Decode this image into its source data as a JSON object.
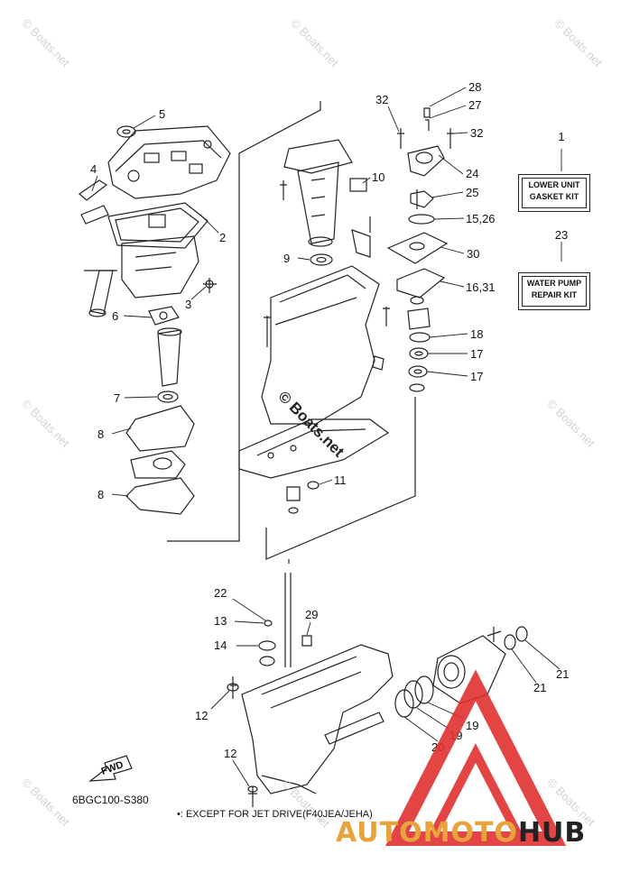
{
  "watermark": {
    "text": "© Boats.net"
  },
  "kits": [
    {
      "number": "1",
      "line1": "LOWER UNIT",
      "line2": "GASKET KIT"
    },
    {
      "number": "23",
      "line1": "WATER PUMP",
      "line2": "REPAIR KIT"
    }
  ],
  "callouts": {
    "c5": "5",
    "c4": "4",
    "c2": "2",
    "c3": "3",
    "c6": "6",
    "c7": "7",
    "c8a": "8",
    "c8b": "8",
    "c9": "9",
    "c10": "10",
    "c11": "11",
    "c32a": "32",
    "c28": "28",
    "c27": "27",
    "c32b": "32",
    "c24": "24",
    "c25": "25",
    "c1526": "15,26",
    "c30": "30",
    "c1631": "16,31",
    "c18": "18",
    "c17a": "17",
    "c17b": "17",
    "c22": "22",
    "c13": "13",
    "c29": "29",
    "c14": "14",
    "c12a": "12",
    "c12b": "12",
    "c20": "20",
    "c19a": "19",
    "c19b": "19",
    "c21a": "21",
    "c21b": "21"
  },
  "fwd_label": "FWD",
  "model_code": "6BGC100-S380",
  "footnote": "•: EXCEPT FOR JET DRIVE(F40JEA/JEHA)",
  "brand": {
    "part1": "AUTOMOTO",
    "part2": "HUB",
    "color1": "#e8a33d",
    "color2": "#222222",
    "logo_color": "#e03030"
  }
}
